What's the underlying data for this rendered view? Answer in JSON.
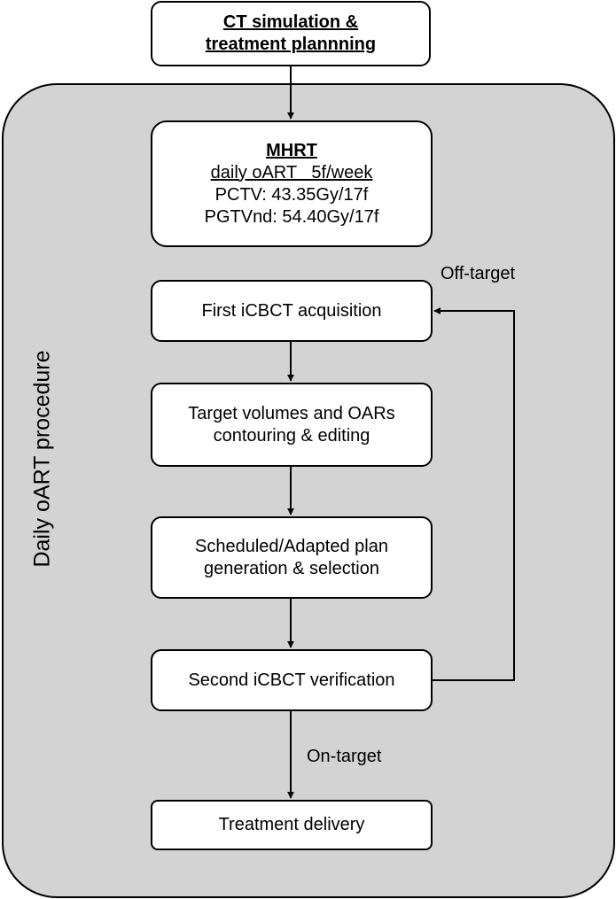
{
  "title_box": {
    "line1": "CT simulation &",
    "line2": "treatment plannning"
  },
  "panel_label": "Daily oART procedure",
  "mhrt_box": {
    "heading": "MHRT",
    "subheading": "daily oART   5f/week",
    "line1": "PCTV: 43.35Gy/17f",
    "line2": "PGTVnd: 54.40Gy/17f"
  },
  "steps": {
    "first_icbct": "First iCBCT acquisition",
    "contouring_line1": "Target volumes and OARs",
    "contouring_line2": "contouring & editing",
    "plan_line1": "Scheduled/Adapted plan",
    "plan_line2": "generation & selection",
    "second_icbct": "Second iCBCT verification",
    "treatment": "Treatment delivery"
  },
  "edge_labels": {
    "off_target": "Off-target",
    "on_target": "On-target"
  }
}
